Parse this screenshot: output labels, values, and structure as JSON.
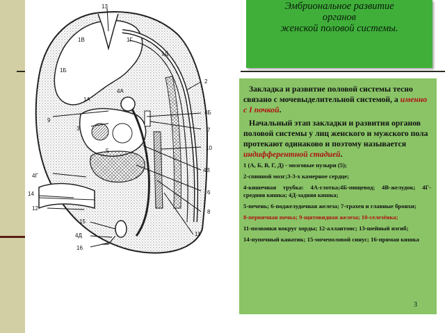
{
  "slide": {
    "title": "Эмбриональное развитие\nорганов\nженской половой системы.",
    "paragraph1": {
      "before": "Закладка и развитие половой системы тесно связано с мочевыделительной системой, а ",
      "highlight": "именно с I почкой",
      "after": "."
    },
    "paragraph2": {
      "before": "Начальный этап закладки и развития органов половой системы у лиц женского и мужского пола протекают одинаково и поэтому называется ",
      "highlight": "индифферентной стадией",
      "after": "."
    },
    "legend": [
      "1 (А, Б, В, Г, Д) - мозговые пузыри (5);",
      "2-спинной мозг;3-3-х камерное сердце;",
      "4-кишечная трубка: 4А-глотка;4Б-пищевод; 4В-желудок; 4Г-средняя кишка; 4Д-задняя кишка;",
      "5-печень; 6-поджелудочная железа; 7-трахея и главные бронхи;",
      "8-первичная почка; 9-щитовидная железа; 10-селезёнка;",
      "11-позвонки вокруг хорды; 12-аллантоис; 13-шейный изгиб;",
      "14-пупочный канатик; 15-мочеполовой синус; 16-прямая кишка"
    ],
    "page_number": "3"
  },
  "figure": {
    "labels": {
      "l13": "13",
      "l1V": "1В",
      "l1G": "1Г",
      "l1D": "1Д",
      "l1B": "1Б",
      "l1A": "1А",
      "l4A": "4А",
      "l2": "2",
      "l4B": "4Б",
      "l9": "9",
      "l7": "7",
      "l3": "3",
      "l10": "10",
      "l5": "5",
      "l4V": "4В",
      "l4G": "4Г",
      "l6": "6",
      "l14": "14",
      "l12": "12",
      "l8": "8",
      "l15": "15",
      "l4D": "4Д",
      "l16": "16",
      "l11": "11"
    }
  },
  "colors": {
    "accent_green": "#3faf3a",
    "text_green": "#8ac467",
    "highlight_red": "#b01010",
    "side_panel": "#d3cfa4"
  }
}
